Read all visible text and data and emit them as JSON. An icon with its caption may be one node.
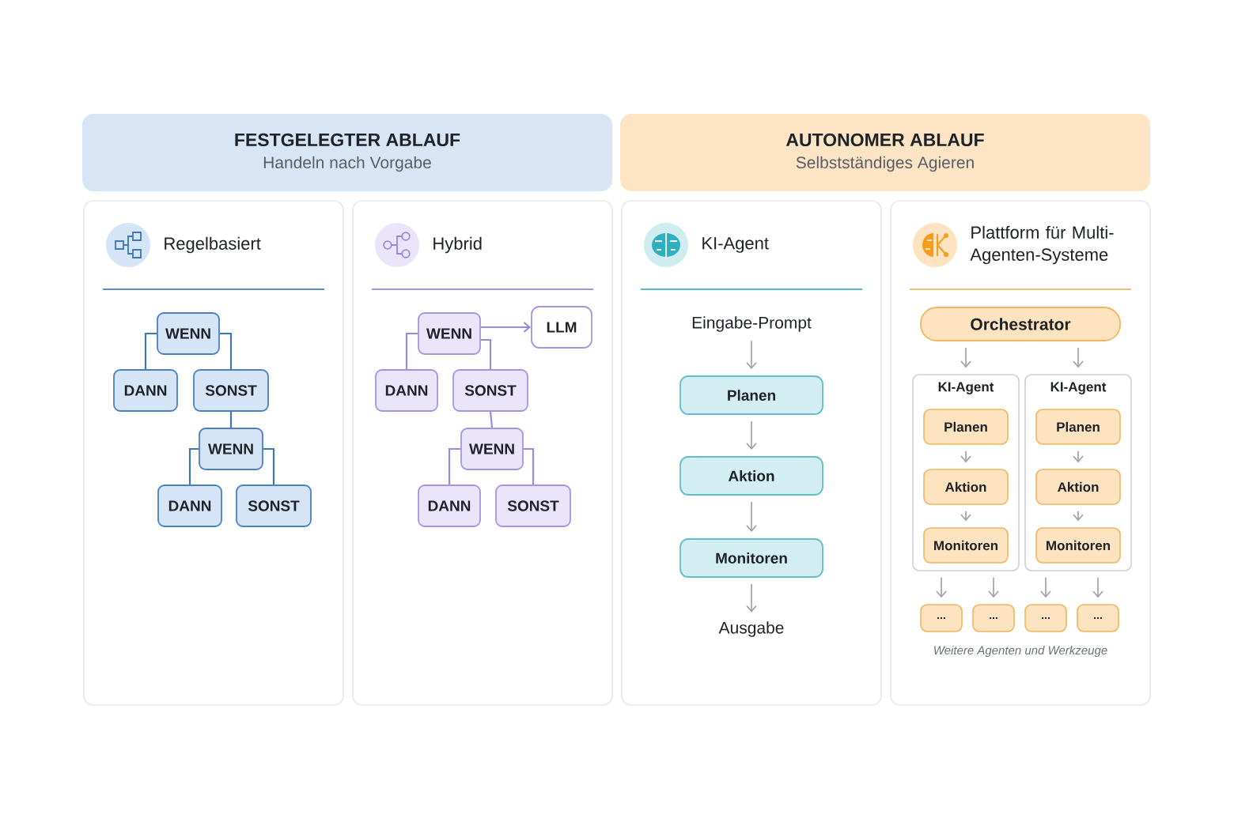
{
  "diagram": {
    "nodes": [
      {
        "text": [
          "FESTGELEGTER ABLAUF",
          "Handeln nach Vorgabe"
        ]
      },
      {
        "text": [
          "AUTONOMER ABLAUF",
          "Selbstständiges Agieren"
        ]
      },
      {
        "text": [
          "Regelbasiert"
        ]
      },
      {
        "text": [
          "Hybrid"
        ]
      },
      {
        "text": [
          "KI-Agent"
        ]
      },
      {
        "text": [
          "Plattform für Multi-Agenten-Systeme"
        ]
      },
      {
        "text": [
          "WENN"
        ],
        "in": 2
      },
      {
        "text": [
          "DANN"
        ],
        "in": 2
      },
      {
        "text": [
          "SONST"
        ],
        "in": 2
      },
      {
        "text": [
          "WENN"
        ],
        "in": 2
      },
      {
        "text": [
          "DANN"
        ],
        "in": 2
      },
      {
        "text": [
          "SONST"
        ],
        "in": 2
      },
      {
        "text": [
          "WENN"
        ],
        "in": 3
      },
      {
        "text": [
          "LLM"
        ],
        "in": 3
      },
      {
        "text": [
          "DANN"
        ],
        "in": 3
      },
      {
        "text": [
          "SONST"
        ],
        "in": 3
      },
      {
        "text": [
          "WENN"
        ],
        "in": 3
      },
      {
        "text": [
          "DANN"
        ],
        "in": 3
      },
      {
        "text": [
          "SONST"
        ],
        "in": 3
      },
      {
        "text": [
          "Eingabe-Prompt"
        ],
        "in": 4
      },
      {
        "text": [
          "Planen"
        ],
        "in": 4
      },
      {
        "text": [
          "Aktion"
        ],
        "in": 4
      },
      {
        "text": [
          "Monitoren"
        ],
        "in": 4
      },
      {
        "text": [
          "Ausgabe"
        ],
        "in": 4
      },
      {
        "text": [
          "Orchestrator"
        ],
        "in": 5
      },
      {
        "text": [
          "KI-Agent"
        ],
        "in": 5
      },
      {
        "text": [
          "Planen"
        ],
        "in": 25
      },
      {
        "text": [
          "Aktion"
        ],
        "in": 25
      },
      {
        "text": [
          "Monitoren"
        ],
        "in": 25
      },
      {
        "text": [
          "KI-Agent"
        ],
        "in": 5
      },
      {
        "text": [
          "Planen"
        ],
        "in": 29
      },
      {
        "text": [
          "Aktion"
        ],
        "in": 29
      },
      {
        "text": [
          "Monitoren"
        ],
        "in": 29
      },
      {
        "text": [
          "..."
        ],
        "in": 5
      },
      {
        "text": [
          "..."
        ],
        "in": 5
      },
      {
        "text": [
          "..."
        ],
        "in": 5
      },
      {
        "text": [
          "..."
        ],
        "in": 5
      }
    ],
    "edges": [
      {
        "from": 6,
        "to": 7,
        "arrow": "none",
        "color": "#3f76b8"
      },
      {
        "from": 6,
        "to": 8,
        "arrow": "none",
        "color": "#3f76b8"
      },
      {
        "from": 8,
        "to": 9,
        "arrow": "none",
        "color": "#3f76b8"
      },
      {
        "from": 9,
        "to": 10,
        "arrow": "none",
        "color": "#3f76b8"
      },
      {
        "from": 9,
        "to": 11,
        "arrow": "none",
        "color": "#3f76b8"
      },
      {
        "from": 12,
        "to": 13,
        "arrow": "to",
        "color": "#9d88e0"
      },
      {
        "from": 12,
        "to": 14,
        "arrow": "none",
        "color": "#9d88e0"
      },
      {
        "from": 12,
        "to": 15,
        "arrow": "none",
        "color": "#9d88e0"
      },
      {
        "from": 15,
        "to": 16,
        "arrow": "none",
        "color": "#9d88e0"
      },
      {
        "from": 16,
        "to": 17,
        "arrow": "none",
        "color": "#9d88e0"
      },
      {
        "from": 16,
        "to": 18,
        "arrow": "none",
        "color": "#9d88e0"
      },
      {
        "from": 19,
        "to": 20,
        "arrow": "to"
      },
      {
        "from": 20,
        "to": 21,
        "arrow": "to"
      },
      {
        "from": 21,
        "to": 22,
        "arrow": "to"
      },
      {
        "from": 22,
        "to": 23,
        "arrow": "to"
      },
      {
        "from": 24,
        "to": 25,
        "arrow": "to"
      },
      {
        "from": 24,
        "to": 29,
        "arrow": "to"
      },
      {
        "from": 26,
        "to": 27,
        "arrow": "to"
      },
      {
        "from": 27,
        "to": 28,
        "arrow": "to"
      },
      {
        "from": 30,
        "to": 31,
        "arrow": "to"
      },
      {
        "from": 31,
        "to": 32,
        "arrow": "to"
      },
      {
        "from": 25,
        "to": 33,
        "arrow": "to"
      },
      {
        "from": 25,
        "to": 34,
        "arrow": "to"
      },
      {
        "from": 29,
        "to": 35,
        "arrow": "to"
      },
      {
        "from": 29,
        "to": 36,
        "arrow": "to"
      }
    ],
    "labels": [
      "Weitere Agenten und Werkzeuge"
    ]
  }
}
